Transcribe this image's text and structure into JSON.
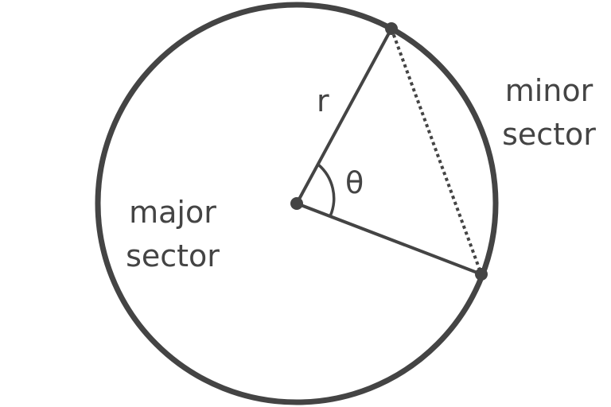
{
  "diagram": {
    "labels": {
      "radius": "r",
      "angle": "θ",
      "minor_line1": "minor",
      "minor_line2": "sector",
      "major_line1": "major",
      "major_line2": "sector"
    },
    "colors": {
      "stroke": "#444444",
      "background": "#ffffff"
    }
  }
}
